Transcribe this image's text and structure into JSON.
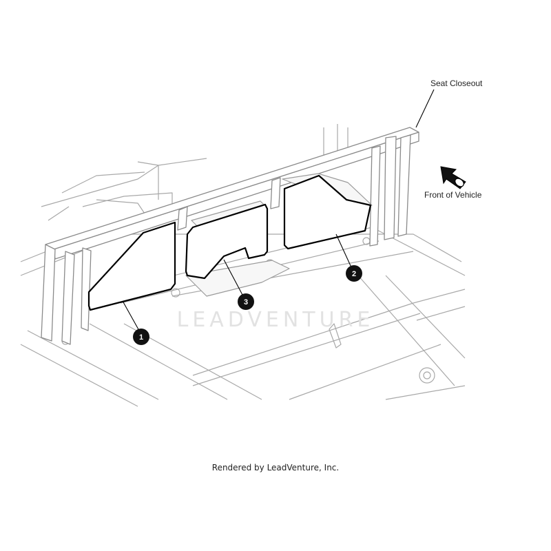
{
  "diagram": {
    "labels": {
      "seat_closeout": "Seat Closeout",
      "front_of_vehicle": "Front of Vehicle"
    },
    "callouts": [
      {
        "number": "1",
        "part": "left panel"
      },
      {
        "number": "2",
        "part": "right panel"
      },
      {
        "number": "3",
        "part": "center panel"
      }
    ],
    "watermark_text": "LEADVENTURE"
  },
  "footer": {
    "credit": "Rendered by LeadVenture, Inc."
  },
  "colors": {
    "line": "#000000",
    "frame_line": "#9a9a9a",
    "panel_fill": "#ffffff",
    "marker_fill": "#111111",
    "watermark": "#e2e2e2"
  }
}
